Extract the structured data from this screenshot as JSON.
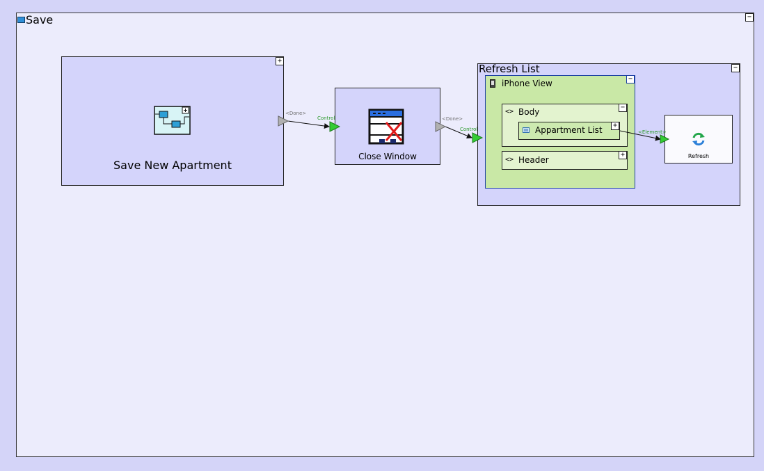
{
  "frame": {
    "title": "Save",
    "toggle": "−"
  },
  "nodes": {
    "save_new_apartment": {
      "label": "Save New Apartment",
      "toggle": "+",
      "icon": "module-flow-icon"
    },
    "close_window": {
      "label": "Close Window",
      "icon": "close-window-icon"
    },
    "refresh_list": {
      "label": "Refresh List",
      "toggle": "−"
    },
    "iphone_view": {
      "label": "iPhone View",
      "toggle": "−",
      "icon": "phone-icon"
    },
    "body": {
      "label": "Body",
      "toggle": "−",
      "icon": "code-brackets-icon"
    },
    "appartment_list": {
      "label": "Appartment List",
      "toggle": "+",
      "icon": "list-icon"
    },
    "header": {
      "label": "Header",
      "toggle": "+",
      "icon": "code-brackets-icon"
    },
    "refresh": {
      "label": "Refresh",
      "icon": "refresh-icon"
    }
  },
  "ports": {
    "done_1": "<Done>",
    "control_1": "Control",
    "done_2": "<Done>",
    "control_2": "Control",
    "element": "<Element>"
  },
  "colors": {
    "background": "#d4d4f8",
    "frame": "#ececfc",
    "node": "#d4d4fb",
    "view_green": "#c9e8a6",
    "section_green": "#e3f3cf",
    "port_out": "#b0b0b0",
    "port_in": "#33cc33",
    "port_label_out": "#6f6f6f",
    "port_label_in": "#2b9a2b"
  }
}
